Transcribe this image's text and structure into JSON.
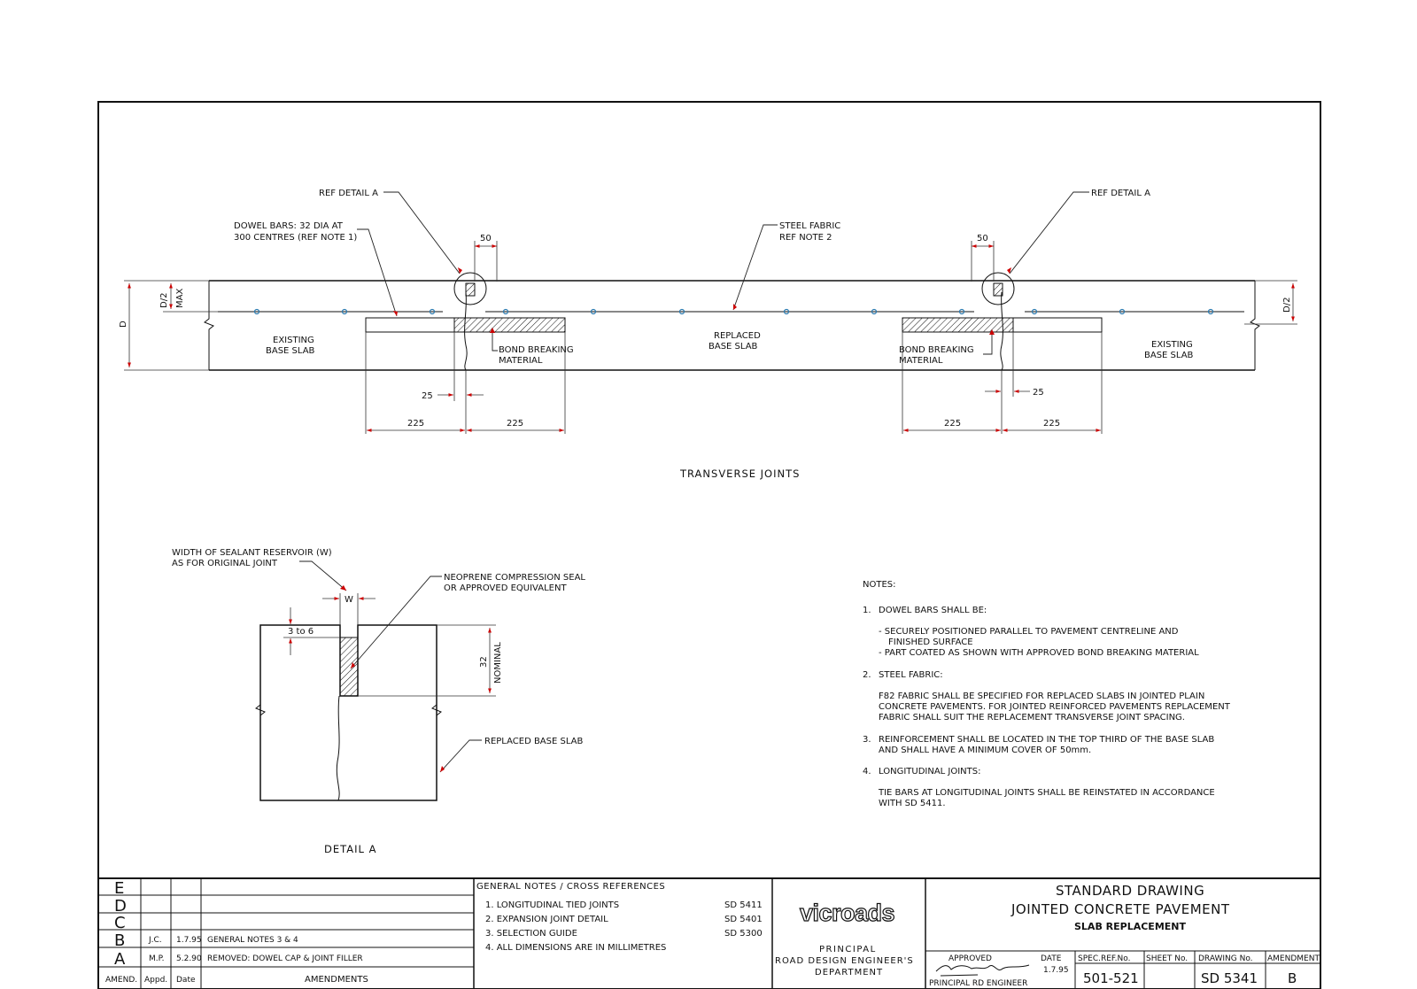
{
  "labels": {
    "ref_detail_a_left": "REF DETAIL A",
    "ref_detail_a_right": "REF DETAIL A",
    "dowel_bars_1": "DOWEL BARS: 32 DIA  AT",
    "dowel_bars_2": "300 CENTRES (REF NOTE 1)",
    "steel_fabric_1": "STEEL FABRIC",
    "steel_fabric_2": "REF NOTE 2",
    "dim_50": "50",
    "dim_d_half": "D/2",
    "dim_max": "MAX",
    "dim_d": "D",
    "existing_1": "EXISTING",
    "existing_2": "BASE SLAB",
    "replaced_1": "REPLACED",
    "replaced_2": "BASE SLAB",
    "bond_1": "BOND BREAKING",
    "bond_2": "MATERIAL",
    "dim_25": "25",
    "dim_225": "225",
    "transverse_title": "TRANSVERSE   JOINTS",
    "width_sealant_1": "WIDTH OF SEALANT RESERVOIR (W)",
    "width_sealant_2": "AS FOR ORIGINAL JOINT",
    "neoprene_1": "NEOPRENE COMPRESSION SEAL",
    "neoprene_2": "OR APPROVED EQUIVALENT",
    "dim_w": "W",
    "dim_3to6": "3 to 6",
    "dim_32": "32",
    "dim_nominal": "NOMINAL",
    "replaced_base_slab": "REPLACED BASE SLAB",
    "detail_a_title": "DETAIL  A"
  },
  "notes": {
    "heading": "NOTES:",
    "n1_num": "1.",
    "n1_title": "DOWEL BARS SHALL BE:",
    "n1_b1a": "- SECURELY POSITIONED PARALLEL TO PAVEMENT CENTRELINE AND",
    "n1_b1b": "FINISHED SURFACE",
    "n1_b2": "- PART COATED AS SHOWN WITH APPROVED BOND BREAKING MATERIAL",
    "n2_num": "2.",
    "n2_title": "STEEL FABRIC:",
    "n2_l1": "F82 FABRIC SHALL BE SPECIFIED FOR REPLACED SLABS IN JOINTED PLAIN",
    "n2_l2": "CONCRETE PAVEMENTS. FOR JOINTED REINFORCED PAVEMENTS REPLACEMENT",
    "n2_l3": "FABRIC SHALL SUIT THE REPLACEMENT TRANSVERSE JOINT SPACING.",
    "n3_num": "3.",
    "n3_l1": "REINFORCEMENT SHALL BE LOCATED IN THE TOP THIRD OF THE BASE SLAB",
    "n3_l2": "AND SHALL HAVE A MINIMUM COVER OF 50mm.",
    "n4_num": "4.",
    "n4_title": "LONGITUDINAL JOINTS:",
    "n4_l1": "TIE BARS AT LONGITUDINAL JOINTS SHALL BE REINSTATED IN ACCORDANCE",
    "n4_l2": "WITH SD 5411."
  },
  "amendments": {
    "letters": [
      "E",
      "D",
      "C",
      "B",
      "A"
    ],
    "rows": [
      {
        "appd": "",
        "date": "",
        "desc": ""
      },
      {
        "appd": "",
        "date": "",
        "desc": ""
      },
      {
        "appd": "",
        "date": "",
        "desc": ""
      },
      {
        "appd": "J.C.",
        "date": "1.7.95",
        "desc": "GENERAL NOTES 3 & 4"
      },
      {
        "appd": "M.P.",
        "date": "5.2.90",
        "desc": "REMOVED: DOWEL CAP & JOINT FILLER"
      }
    ],
    "col_amend": "AMEND.",
    "col_appd": "Appd.",
    "col_date": "Date",
    "col_title": "AMENDMENTS"
  },
  "general_notes": {
    "heading": "GENERAL NOTES / CROSS REFERENCES",
    "items": [
      {
        "text": "1. LONGITUDINAL TIED JOINTS",
        "ref": "SD 5411"
      },
      {
        "text": "2. EXPANSION JOINT DETAIL",
        "ref": "SD 5401"
      },
      {
        "text": "3. SELECTION GUIDE",
        "ref": "SD 5300"
      },
      {
        "text": "4. ALL DIMENSIONS ARE IN MILLIMETRES",
        "ref": ""
      }
    ]
  },
  "title_block": {
    "logo": "vicroads",
    "dept_1": "PRINCIPAL",
    "dept_2": "ROAD DESIGN ENGINEER'S",
    "dept_3": "DEPARTMENT",
    "standard": "STANDARD DRAWING",
    "title": "JOINTED CONCRETE PAVEMENT",
    "subtitle": "SLAB REPLACEMENT",
    "approved_label": "APPROVED",
    "date_label": "DATE",
    "date_value": "1.7.95",
    "engineer": "PRINCIPAL RD ENGINEER",
    "spec_ref_label": "SPEC.REF.No.",
    "spec_ref_value": "501-521",
    "sheet_label": "SHEET No.",
    "sheet_value": "",
    "drawing_label": "DRAWING No.",
    "drawing_value": "SD 5341",
    "amendment_label": "AMENDMENT",
    "amendment_value": "B"
  },
  "colors": {
    "dimension_arrow": "#cc0000",
    "dowel_dot": "#2a7ab0",
    "line": "#111111"
  }
}
